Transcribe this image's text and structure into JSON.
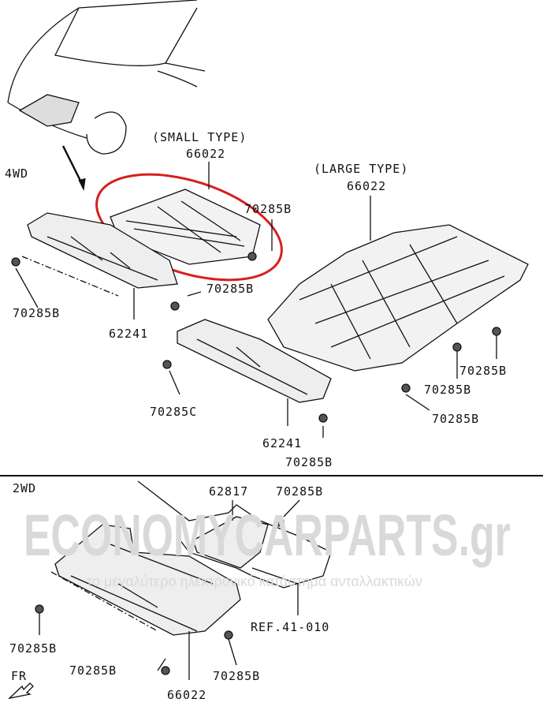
{
  "watermark": {
    "brand": "ECONOMYCARPARTS.gr",
    "tagline": "το μεγαλύτερο ηλεκτρονικό κατάστημα ανταλλακτικών"
  },
  "sections": {
    "top": "4WD",
    "bottom": "2WD"
  },
  "labels": {
    "small_type": "(SMALL TYPE)",
    "small_part": "66022",
    "large_type": "(LARGE TYPE)",
    "large_part": "66022",
    "bolt_a": "70285B",
    "bolt_b": "70285B",
    "bolt_c": "70285B",
    "bolt_d": "70285B",
    "bolt_e": "70285B",
    "bolt_f": "70285B",
    "bolt_g": "70285B",
    "bolt_h": "70285C",
    "cover_a": "62241",
    "cover_b": "62241",
    "bolt_2wd_a": "70285B",
    "bolt_2wd_b": "70285B",
    "bolt_2wd_c": "70285B",
    "bolt_2wd_d": "70285B",
    "part_62817": "62817",
    "ref": "REF.41-010",
    "part_2wd": "66022",
    "front": "FR"
  },
  "colors": {
    "highlight": "#d42020",
    "line": "#111111"
  }
}
